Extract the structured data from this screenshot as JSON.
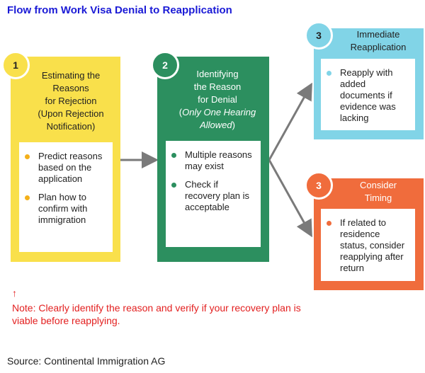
{
  "title": "Flow from Work Visa Denial to Reapplication",
  "steps": [
    {
      "number": "1",
      "heading_lines": [
        "Estimating the",
        "Reasons",
        "for Rejection",
        "(Upon Rejection",
        "Notification)"
      ],
      "bullets": [
        "Predict reasons based on the application",
        "Plan how to confirm with immigration"
      ],
      "color": "#f9e04b",
      "bullet_color": "#f4b01a"
    },
    {
      "number": "2",
      "heading_lines": [
        "Identifying",
        "the Reason",
        "for Denial"
      ],
      "heading_italic": "Only One Hearing Allowed",
      "heading_paren_open": "(",
      "heading_paren_close": ")",
      "bullets": [
        "Multiple reasons may exist",
        "Check if recovery plan is acceptable"
      ],
      "color": "#2c8f5f"
    },
    {
      "number": "3",
      "heading_lines": [
        "Immediate",
        "Reapplication"
      ],
      "bullets": [
        "Reapply with added documents if evidence was lacking"
      ],
      "color": "#81d4e7"
    },
    {
      "number": "3",
      "heading_lines": [
        "Consider",
        "Timing"
      ],
      "bullets": [
        "If related to residence status, consider reapplying after return"
      ],
      "color": "#f06c3c"
    }
  ],
  "note_marker": "↑",
  "note": "Note: Clearly identify the reason and verify if your recovery plan is viable before reapplying.",
  "source": "Source: Continental Immigration AG",
  "colors": {
    "title": "#1a1ad6",
    "note": "#e32020",
    "arrow": "#7a7a7a"
  }
}
